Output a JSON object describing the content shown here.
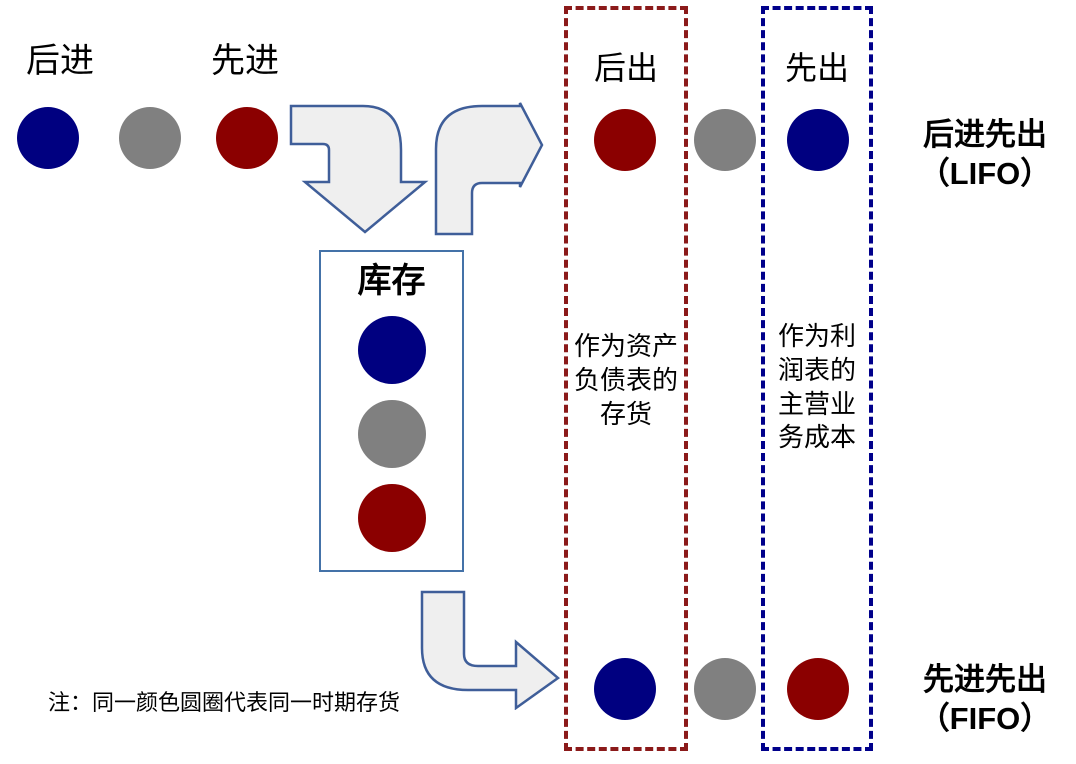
{
  "diagram": {
    "title_note": "注：同一颜色圆圈代表同一时期存货",
    "colors": {
      "blue": "#000080",
      "gray": "#808080",
      "red": "#8B0000",
      "arrow_fill": "#EFEFEF",
      "arrow_stroke": "#4472A8",
      "box_stroke": "#4472A8",
      "balance_dash": "#8B1A1A",
      "income_dash": "#00008B"
    }
  },
  "input_row": {
    "label_last_in": "后进",
    "label_first_in": "先进",
    "circles": [
      {
        "color_name": "blue",
        "order": 1
      },
      {
        "color_name": "gray",
        "order": 2
      },
      {
        "color_name": "red",
        "order": 3
      }
    ]
  },
  "inventory": {
    "title": "库存",
    "circles": [
      {
        "color_name": "blue"
      },
      {
        "color_name": "gray"
      },
      {
        "color_name": "red"
      }
    ]
  },
  "balance_column": {
    "heading": "后出",
    "body_lines": [
      "作为资产",
      "负债表的",
      "存货"
    ],
    "body_text": "作为资产负债表的存货"
  },
  "income_column": {
    "heading": "先出",
    "body_lines": [
      "作为利",
      "润表的",
      "主营业",
      "务成本"
    ],
    "body_text": "作为利润表的主营业务成本"
  },
  "lifo_row": {
    "caption_line1": "后进先出",
    "caption_line2": "（LIFO）",
    "circles": [
      {
        "color_name": "red"
      },
      {
        "color_name": "gray"
      },
      {
        "color_name": "blue"
      }
    ]
  },
  "fifo_row": {
    "caption_line1": "先进先出",
    "caption_line2": "（FIFO）",
    "circles": [
      {
        "color_name": "blue"
      },
      {
        "color_name": "gray"
      },
      {
        "color_name": "red"
      }
    ]
  },
  "arrows": [
    {
      "name": "right-then-down-arrow",
      "direction": "right-down"
    },
    {
      "name": "up-then-right-arrow",
      "direction": "up-right"
    },
    {
      "name": "down-then-right-arrow",
      "direction": "down-right"
    }
  ]
}
